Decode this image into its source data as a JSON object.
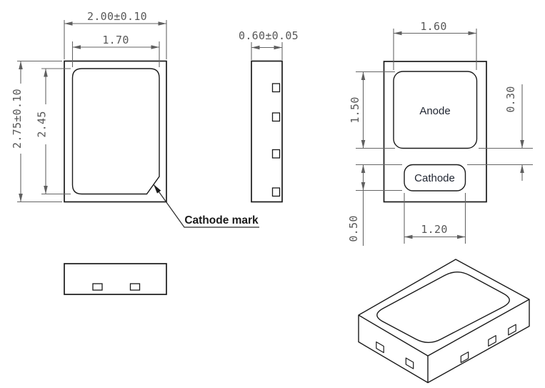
{
  "drawing": {
    "front_view": {
      "dim_width_outer": "2.00±0.10",
      "dim_width_inner": "1.70",
      "dim_height_outer": "2.75±0.10",
      "dim_height_inner": "2.45",
      "callout": "Cathode mark"
    },
    "side_view": {
      "dim_thickness": "0.60±0.05"
    },
    "pad_view": {
      "anode_label": "Anode",
      "cathode_label": "Cathode",
      "dim_anode_width": "1.60",
      "dim_anode_height": "1.50",
      "dim_pad_gap": "0.30",
      "dim_cathode_height": "0.50",
      "dim_cathode_width": "1.20"
    },
    "colors": {
      "background": "#ffffff",
      "outline": "#1a1a1a",
      "dimension": "#666666",
      "label": "#1f2430"
    }
  }
}
